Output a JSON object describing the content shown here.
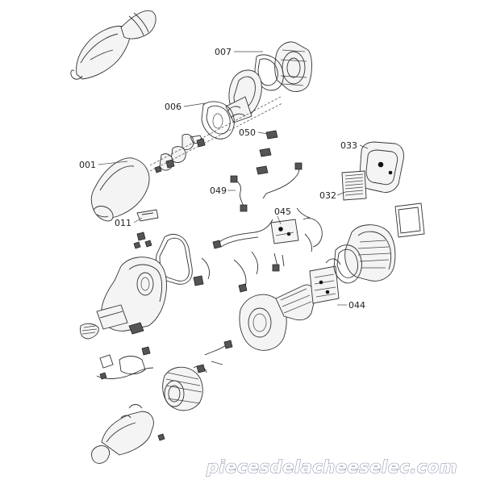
{
  "diagram": {
    "labels": [
      {
        "id": "007",
        "text": "007"
      },
      {
        "id": "006",
        "text": "006"
      },
      {
        "id": "050",
        "text": "050"
      },
      {
        "id": "001",
        "text": "001"
      },
      {
        "id": "033",
        "text": "033"
      },
      {
        "id": "049",
        "text": "049"
      },
      {
        "id": "032",
        "text": "032"
      },
      {
        "id": "045",
        "text": "045"
      },
      {
        "id": "011",
        "text": "011"
      },
      {
        "id": "044",
        "text": "044"
      }
    ],
    "watermark": "piecesdelacheeselec.com"
  }
}
